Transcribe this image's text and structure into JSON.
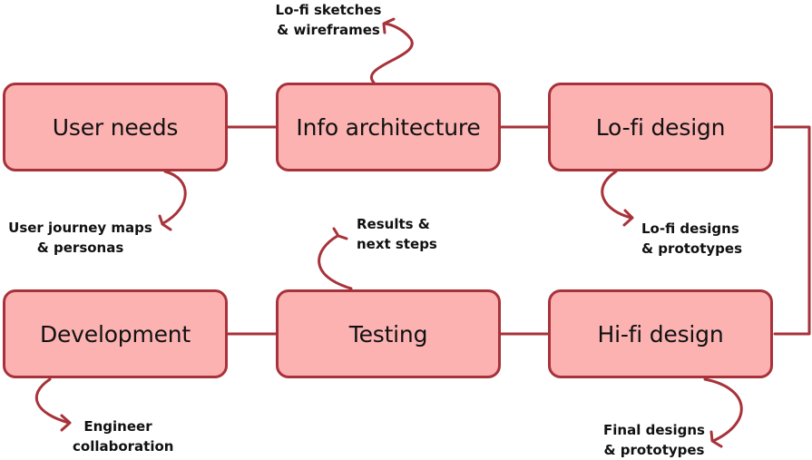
{
  "colors": {
    "box_fill": "#fdb2b2",
    "stroke": "#a8323a",
    "text": "#111111",
    "background": "#ffffff"
  },
  "steps": [
    {
      "label": "User needs"
    },
    {
      "label": "Info architecture"
    },
    {
      "label": "Lo-fi design"
    },
    {
      "label": "Development"
    },
    {
      "label": "Testing"
    },
    {
      "label": "Hi-fi design"
    }
  ],
  "deliverables": [
    {
      "line1": "Lo-fi sketches",
      "line2": "& wireframes"
    },
    {
      "line1": "User journey maps",
      "line2": "& personas"
    },
    {
      "line1": "Results &",
      "line2": "next steps"
    },
    {
      "line1": "Lo-fi designs",
      "line2": "& prototypes"
    },
    {
      "line1": "Engineer",
      "line2": "collaboration"
    },
    {
      "line1": "Final designs",
      "line2": "& prototypes"
    }
  ]
}
